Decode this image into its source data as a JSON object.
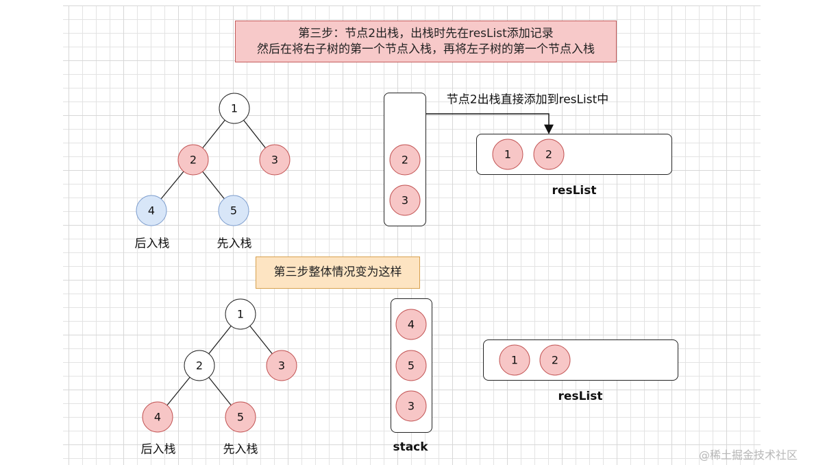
{
  "top_note": {
    "line1": "第三步：节点2出栈，出栈时先在resList添加记录",
    "line2": "然后在将右子树的第一个节点入栈，再将左子树的第一个节点入栈"
  },
  "arrow_label": "节点2出栈直接添加到resList中",
  "mid_note": "第三步整体情况变为这样",
  "top_tree": {
    "nodes": [
      "1",
      "2",
      "3",
      "4",
      "5"
    ],
    "left_leaf_label": "后入栈",
    "right_leaf_label": "先入栈"
  },
  "top_stack": [
    "2",
    "3"
  ],
  "top_reslist": {
    "items": [
      "1",
      "2"
    ],
    "label": "resList"
  },
  "bottom_tree": {
    "nodes": [
      "1",
      "2",
      "3",
      "4",
      "5"
    ],
    "left_leaf_label": "后入栈",
    "right_leaf_label": "先入栈"
  },
  "bottom_stack": {
    "items": [
      "4",
      "5",
      "3"
    ],
    "label": "stack"
  },
  "bottom_reslist": {
    "items": [
      "1",
      "2"
    ],
    "label": "resList"
  },
  "watermark": "@稀土掘金技术社区",
  "colors": {
    "pink_fill": "#f7c6c6",
    "pink_stroke": "#c25454",
    "blue_fill": "#d8e6f8",
    "blue_stroke": "#7f9fcf",
    "red_note": "#f7c9c9",
    "yellow_note": "#fde4c2"
  }
}
